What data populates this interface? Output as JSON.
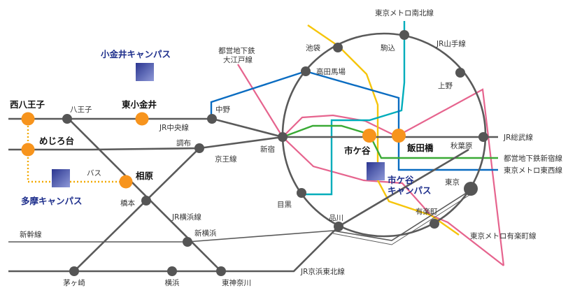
{
  "colors": {
    "jr_line": "#5a5a5a",
    "station_dot": "#555555",
    "key_station": "#f7941d",
    "campus_text": "#1e2f8c",
    "campus_square": "#3b4aa6",
    "nanboku": "#00adbb",
    "tozai": "#0a6cc1",
    "yurakucho": "#f6c50b",
    "oedo": "#e6648e",
    "shinjuku_subway": "#3aaa35",
    "bus_dotted": "#f2a900"
  },
  "lines": {
    "nanboku": "東京メトロ南北線",
    "yamanote": "JR山手線",
    "oedo": "都営地下鉄\n大江戸線",
    "chuo": "JR中央線",
    "sobu": "JR総武線",
    "toei_shinjuku": "都営地下鉄新宿線",
    "tozai": "東京メトロ東西線",
    "keio": "京王線",
    "yokohama": "JR横浜線",
    "shinkansen": "新幹線",
    "keihin_tohoku": "JR京浜東北線",
    "yurakucho": "東京メトロ有楽町線",
    "bus": "バス"
  },
  "stations": {
    "ikebukuro": "池袋",
    "komagome": "駒込",
    "takadanobaba": "高田馬場",
    "ueno": "上野",
    "nakano": "中野",
    "hachioji": "八王子",
    "shinjuku": "新宿",
    "iidabashi": "飯田橋",
    "akihabara": "秋葉原",
    "chofu": "調布",
    "tokyo": "東京",
    "meguro": "目黒",
    "yurakucho": "有楽町",
    "shinagawa": "品川",
    "hashimoto": "橋本",
    "shinyokohama": "新横浜",
    "chigasaki": "茅ヶ崎",
    "yokohama": "横浜",
    "higashikanagawa": "東神奈川"
  },
  "key_stations": {
    "nishihachioji": "西八王子",
    "higashikoganei": "東小金井",
    "mejirodai": "めじろ台",
    "aihara": "相原",
    "ichigaya": "市ケ谷",
    "iidabashi": "飯田橋"
  },
  "campuses": {
    "koganei": "小金井キャンパス",
    "tama": "多摩キャンパス",
    "ichigaya_line1": "市ケ谷",
    "ichigaya_line2": "キャンパス"
  }
}
